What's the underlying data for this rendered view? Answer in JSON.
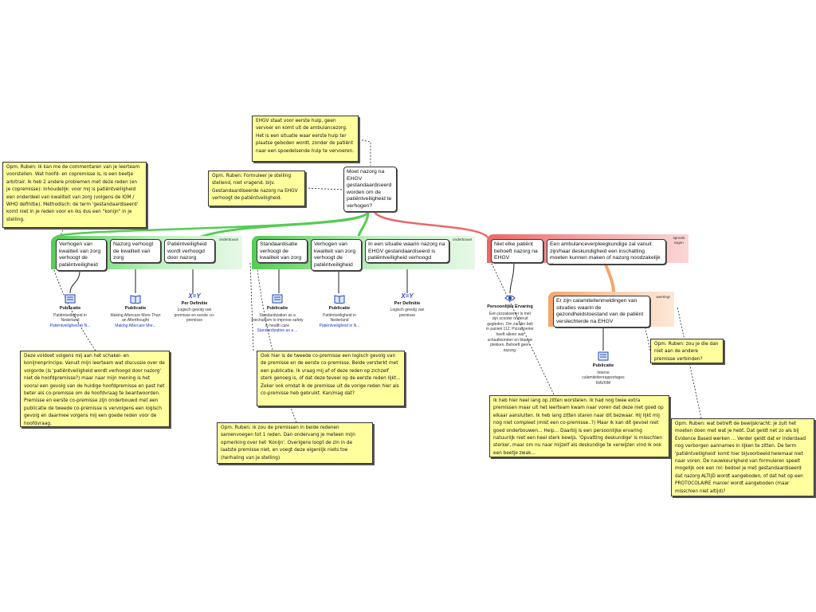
{
  "root": {
    "text": "Moet nazorg na EHGV gestandaardiseerd worden om de patiëntveiligheid te verhogen?"
  },
  "notes": {
    "ehgv": "EHGV staat voor eerste hulp, geen vervoer en komt uit de ambulancezorg. Het is een situatie waar eerste hulp ter plaatse geboden wordt, zonder de patiënt naar een spoedeisende hulp te vervoeren.",
    "formuleer": "Opm. Ruben: Formuleer je stelling stellend, niet vragend. bijv. Gestandaardiseerde nazorg na EHGV verhoogt de patiëntveiligheid.",
    "commentaren": "Opm. Ruben: ik kan me de commentaren van je leerteam voorstellen. Wat hoofd- en copremisse is, is een beetje arbitrair. Ik heb 2 andere problemen met deze reden (en je copremisse): inhoudelijk: voor mij is patiëntveiligheid een onderdeel van kwaliteit van zorg (volgens de IOM / WHO definitie). Methodisch: de term 'gestandaardiseerd' komt niet in je reden voor en iks dus een \"konijn\" in je stelling.",
    "schakel": "Deze voldoet volgens mij aan het schakel- en konijnenprincipe. Vanuit mijn leerteam wat discussie over de volgorde (is 'patiëntveiligheid wordt verhoogd door nazorg' niet de hoofdpremisse?) maar naar mijn mening is het vooral een gevolg van de huidige hoofdpremisse en past het beter als co-premisse om de hoofdvraag te beantwoorden. Premisse en eerste co-premisse zijn onderbouwd met een publicatie de tweede co-premisse is vervolgens een logisch gevolg en daarmee volgens mij een goede reden voor de hoofdvraag.",
    "tweede": "Ook hier is de tweede co-premisse een logisch gevolg van de premisse en de eerste co-premisse. Beide versterkt met een publicatie. Ik vraag mij af of deze reden op zichzelf sterk genoeg is, of dat deze teveel op de eerste reden lijkt... Zeker ook omdat ik de premisse uit de vorige reden hier als co-premisse heb gebruikt. Kan/mag dat?",
    "premissen": "Opm. Ruben: ik zou de premissen in beide redenen samenvoegen tot 1 reden. Dan ondervang je meteen mijn opmerking over het 'Konijn'. Overigens loopt de zin in de laatste premisse niet, en voegt deze eigenlijk niets toe (herhaling van je stelling)",
    "worstelen": "Ik heb hier heel lang op zitten worstelen. Ik had nog twee extra premissen maar uit het leerteam kwam naar voren dat deze niet goed op elkaar aansluiten. Ik heb lang zitten staren naar dit bezwaar. Hij lijkt mij nog niet compleet (mist een co-premisse..?) Maar ik kan dit gevoel niet goed onderbouwen... Help... Daarbij is een persoonlijke ervaring natuurlijk niet een heel sterk bewijs. 'Opvatting deskundige' is misschien sterker, maar om nu naar mijzelf als deskundige te verwijzen vind ik ook een beetje zwak...",
    "verbinden": "Opm. Ruben: zou je die dan niet aan de andere premisse verbinden?",
    "bewijskracht": "Opm. Ruben: wat betreft de bewijskracht: je zult het moeten doen met wat je hebt. Dat geldt net zo als bij Evidence Based werken ... Verder geldt dat er inderdaad nog verborgen aannames in lijken te zitten. De term 'patiëntveiligheid' komt hier bijvoorbeeld helemaal niet naar voren. De nauwkeurigheid van formuleren speelt mogelijk ook een rol: bedoel je met gestandaardiseerd dat nazorg ALTIJD wordt aangeboden, of dat het op een PROTOCOLAIRE manier wordt aangeboden (maar misschien niet altijd)?"
  },
  "bands": {
    "b1": "onderbouwt",
    "b2": "onderbouwt",
    "b3": "spreekt tegen",
    "b4": "weerlegt"
  },
  "premises": {
    "p1": "Verhogen van kwaliteit van zorg verhoogt de patiëntveiligheid",
    "p2": "Nazorg verhoogt de kwaliteit van zorg",
    "p3": "Patiëntveiligheid wordt verhoogd door nazorg",
    "p4": "Standaardisatie verhoogt de kwaliteit van zorg",
    "p5": "Verhogen van kwaliteit van zorg verhoogt de patiëntveiligheid",
    "p6": "In een situatie waarin nazorg na EHGV gestandaardiseerd is patiëntveiligheid verhoogd",
    "p7": "Niet elke patiënt behoeft nazorg na EHGV",
    "p8": "Een ambulanceverpleegkundige zal vanuit zijn/haar deskundigheid een inschatting moeten kunnen maken of nazorg noodzakelijk is",
    "p9": "Er zijn calamiteitenmeldingen van situaties waarin de gezondheidstoestand van de patiënt verslechterde na EHGV"
  },
  "sources": {
    "s1": {
      "title": "Publicatie",
      "text": "Patiëntveiligheid in Nederland",
      "link": "Patiëntveiligheid in N..."
    },
    "s2": {
      "title": "Publicatie",
      "text": "Making Aftercare More Than an Afterthought",
      "link": "Making Aftercare Mor..."
    },
    "s3": {
      "title": "Per Definitie",
      "formula": "X=Y",
      "text": "Logisch gevolg van premisse en eerste co-premisse"
    },
    "s4": {
      "title": "Publicatie",
      "text": "Standardization as a mechanism to improve safety in health care",
      "link": "Standardization as a ..."
    },
    "s5": {
      "title": "Publicatie",
      "text": "Patiëntveiligheid in Nederland",
      "link": "Patiëntveiligheid in N..."
    },
    "s6": {
      "title": "Per Definitie",
      "formula": "X=Y",
      "text": "Logisch gevolg van premisse"
    },
    "s7": {
      "title": "Persoonlijke Ervaring",
      "text": "Een pizzakoerier is met zijn scooter onderuit gegleden. Om zander belt in paniek 112. Pizzakoerier heeft alleen wat schaafwonden en blauwe plekken. Behoeft geen nazorg."
    },
    "s8": {
      "title": "Publicatie",
      "text": "Interne calamiteitenrapportages RAV/IIM"
    }
  },
  "colors": {
    "green": "#55cc55",
    "red": "#ee6666",
    "orange": "#f5a56a",
    "note": "#ffff9e"
  }
}
